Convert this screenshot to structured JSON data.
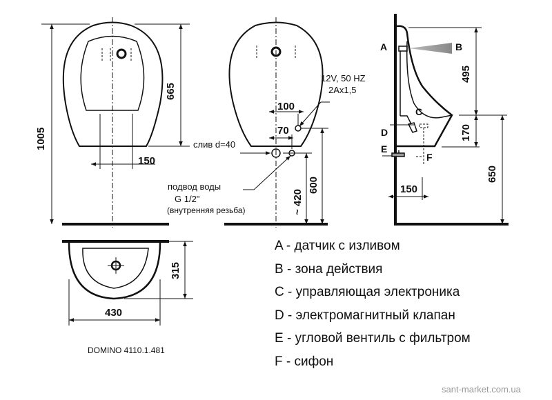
{
  "front_view": {
    "dims": {
      "height_total": "1005",
      "height_upper": "665",
      "width_offset": "150"
    }
  },
  "rear_view": {
    "dims": {
      "d100": "100",
      "d70": "70",
      "h600": "600",
      "h420": "~ 420"
    },
    "power_label": "12V, 50 HZ",
    "cable_label": "2Ax1,5",
    "drain_label": "слив d=40",
    "water_supply_label": "подвод воды",
    "water_thread_label": "G 1/2\"",
    "water_note": "(внутренняя резьба)"
  },
  "side_view": {
    "labels": {
      "A": "A",
      "B": "B",
      "C": "C",
      "D": "D",
      "E": "E",
      "F": "F"
    },
    "dims": {
      "h495": "495",
      "h170": "170",
      "h650": "650",
      "w150": "150"
    }
  },
  "plan_view": {
    "dims": {
      "depth": "315",
      "width": "430"
    }
  },
  "model_label": "DOMINO 4110.1.481",
  "legend": [
    {
      "key": "A",
      "text": " - датчик с изливом"
    },
    {
      "key": "B",
      "text": " - зона действия"
    },
    {
      "key": "C",
      "text": " - управляющая электроника"
    },
    {
      "key": "D",
      "text": " - электромагнитный клапан"
    },
    {
      "key": "E",
      "text": " - угловой вентиль с фильтром"
    },
    {
      "key": "F",
      "text": " - сифон"
    }
  ],
  "watermark": "sant-market.com.ua"
}
